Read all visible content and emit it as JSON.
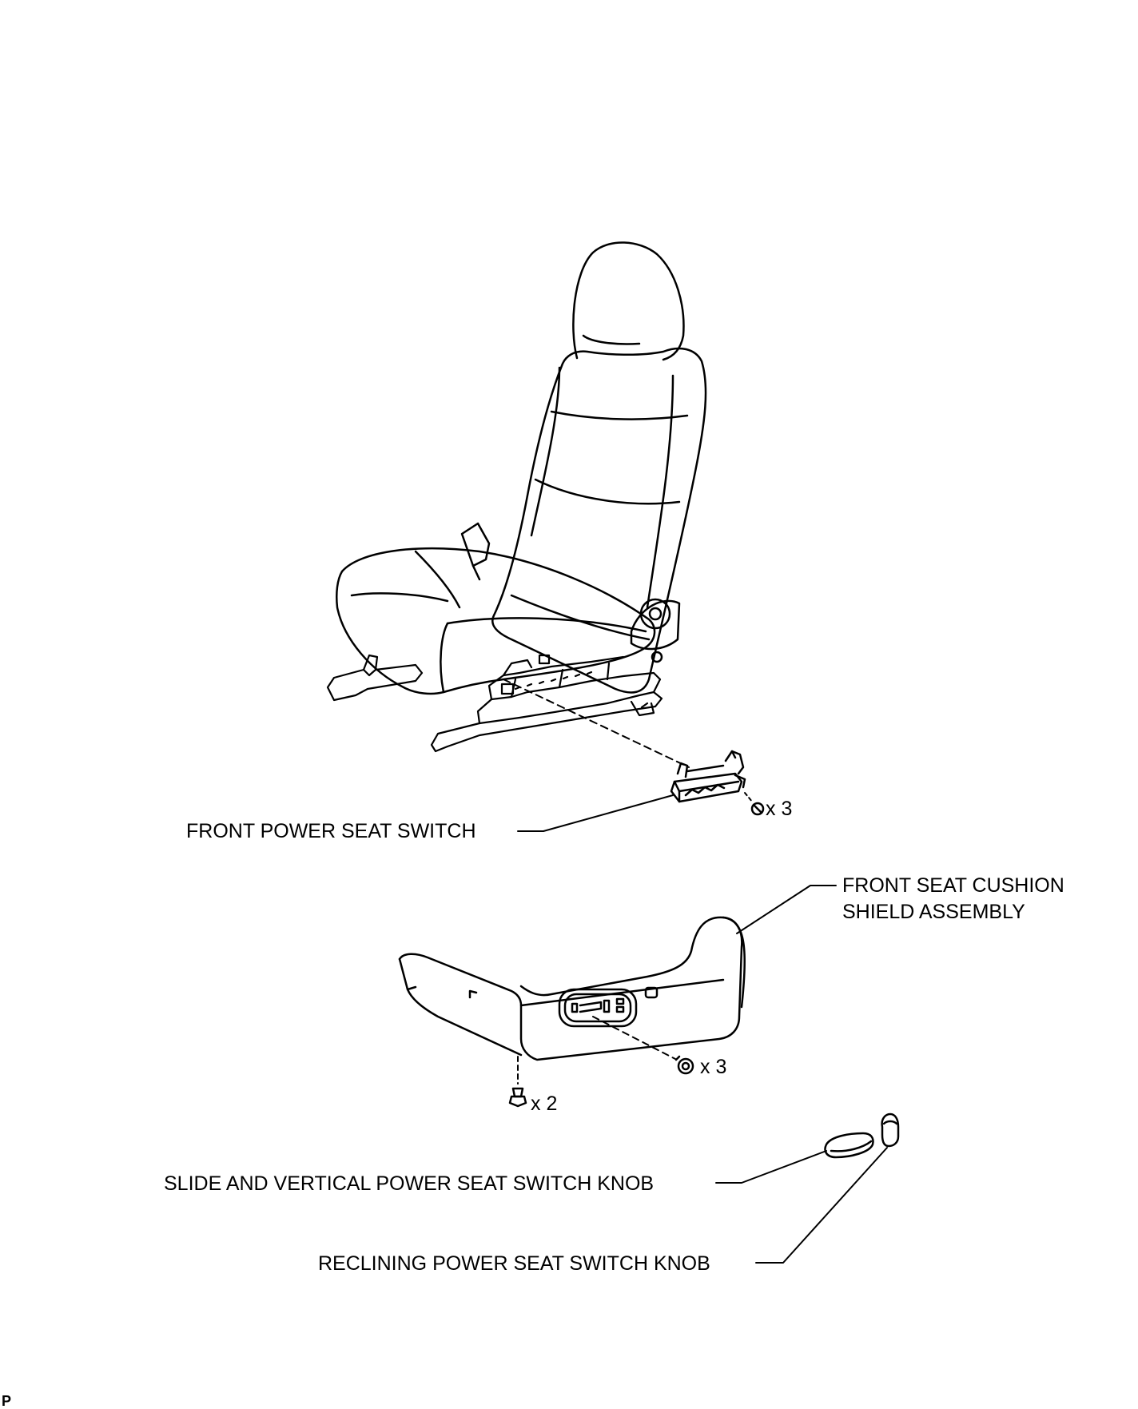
{
  "labels": {
    "front_power_seat_switch": "FRONT POWER SEAT SWITCH",
    "cushion_shield_line1": "FRONT SEAT CUSHION",
    "cushion_shield_line2": "SHIELD ASSEMBLY",
    "slide_vertical_knob": "SLIDE AND VERTICAL POWER SEAT SWITCH KNOB",
    "reclining_knob": "RECLINING POWER SEAT SWITCH KNOB"
  },
  "fasteners": {
    "switch_screws": "x 3",
    "shield_screws": "x 3",
    "shield_clips": "x 2"
  },
  "reference_code": "P"
}
